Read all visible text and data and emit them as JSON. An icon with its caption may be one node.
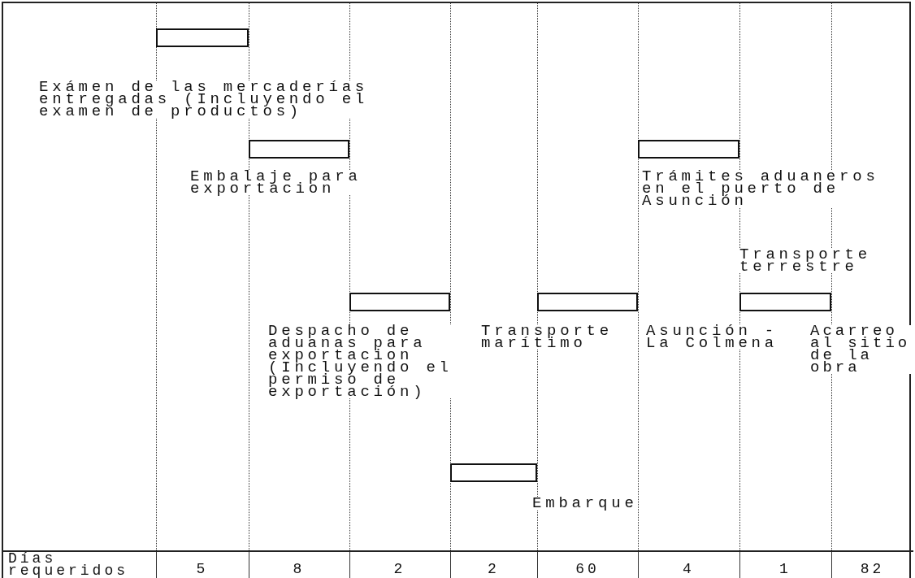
{
  "diagram": {
    "nodes": [
      {
        "text": [],
        "shape": "bar",
        "beside": [
          "Exámen de las mercaderías entregadas (Incluyendo el examen de productos)"
        ]
      },
      {
        "text": [],
        "shape": "bar",
        "beside": [
          "Embalaje para exportacion"
        ]
      },
      {
        "text": [],
        "shape": "bar",
        "beside": [
          "Trámites aduaneros en el puerto de Asunción"
        ]
      },
      {
        "text": [],
        "shape": "bar",
        "beside": [
          "Despacho de aduanas para exportacion (Incluyendo el permiso de exportación)"
        ]
      },
      {
        "text": [],
        "shape": "bar",
        "beside": [
          "Transporte marítimo"
        ]
      },
      {
        "text": [],
        "shape": "bar",
        "beside": [
          "Transporte terrestre",
          "Asunción - La Colmena"
        ]
      },
      {
        "text": [],
        "shape": "bar",
        "beside": [
          "Embarque"
        ]
      }
    ],
    "labels": [
      "Acarreo al sitio de la obra",
      "Días requeridos",
      "5",
      "8",
      "2",
      "2",
      "60",
      "4",
      "1",
      "82"
    ]
  }
}
